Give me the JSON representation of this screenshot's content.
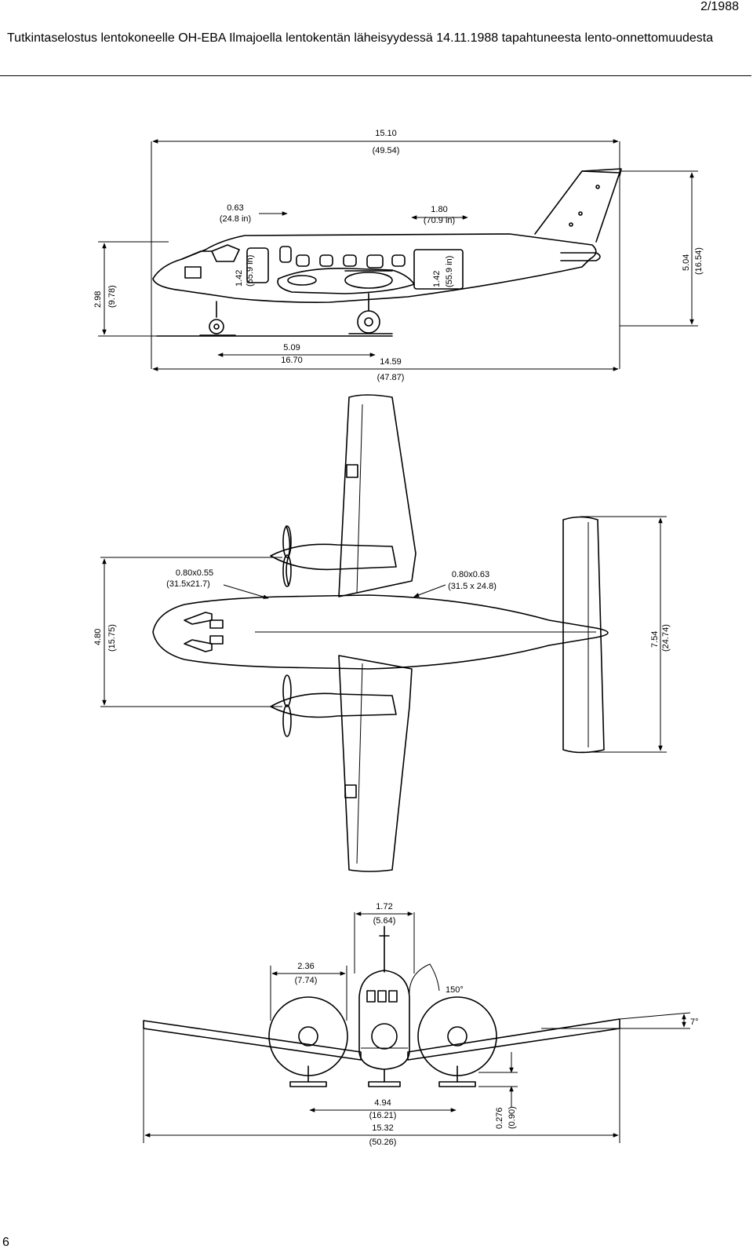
{
  "header": {
    "page_ref": "2/1988",
    "title": "Tutkintaselostus lentokoneelle OH-EBA Ilmajoella lentokentän läheisyydessä 14.11.1988 tapahtuneesta lento-onnettomuudesta"
  },
  "footer": {
    "page_number": "6"
  },
  "drawing": {
    "side_view": {
      "overall_length": "15.10",
      "overall_length_ft": "(49.54)",
      "door_width": "0.63",
      "door_width_in": "(24.8 in)",
      "cabin_door_width": "1.80",
      "cabin_door_width_in": "(70.9 in)",
      "door_height": "1.42",
      "door_height_in": "(55.9 in)",
      "fwd_door_height": "1.42",
      "fwd_door_height_in": "(55.9 in)",
      "height_left": "2.98",
      "height_left_ft": "(9.78)",
      "height_right": "5.04",
      "height_right_ft": "(16.54)",
      "wheelbase": "5.09",
      "wheelbase_ft": "16.70",
      "fuselage_length": "14.59",
      "fuselage_length_ft": "(47.87)"
    },
    "top_view": {
      "window_left": "0.80x0.55",
      "window_left_in": "(31.5x21.7)",
      "window_right": "0.80x0.63",
      "window_right_in": "(31.5 x 24.8)",
      "prop_span": "4.80",
      "prop_span_ft": "(15.75)",
      "tail_span": "7.54",
      "tail_span_ft": "(24.74)"
    },
    "front_view": {
      "fin_width": "1.72",
      "fin_width_ft": "(5.64)",
      "prop_dia": "2.36",
      "prop_dia_ft": "(7.74)",
      "door_angle": "150°",
      "dihedral": "7°",
      "track": "4.94",
      "track_ft": "(16.21)",
      "span": "15.32",
      "span_ft": "(50.26)",
      "clearance": "0.276",
      "clearance_ft": "(0.90)"
    }
  }
}
